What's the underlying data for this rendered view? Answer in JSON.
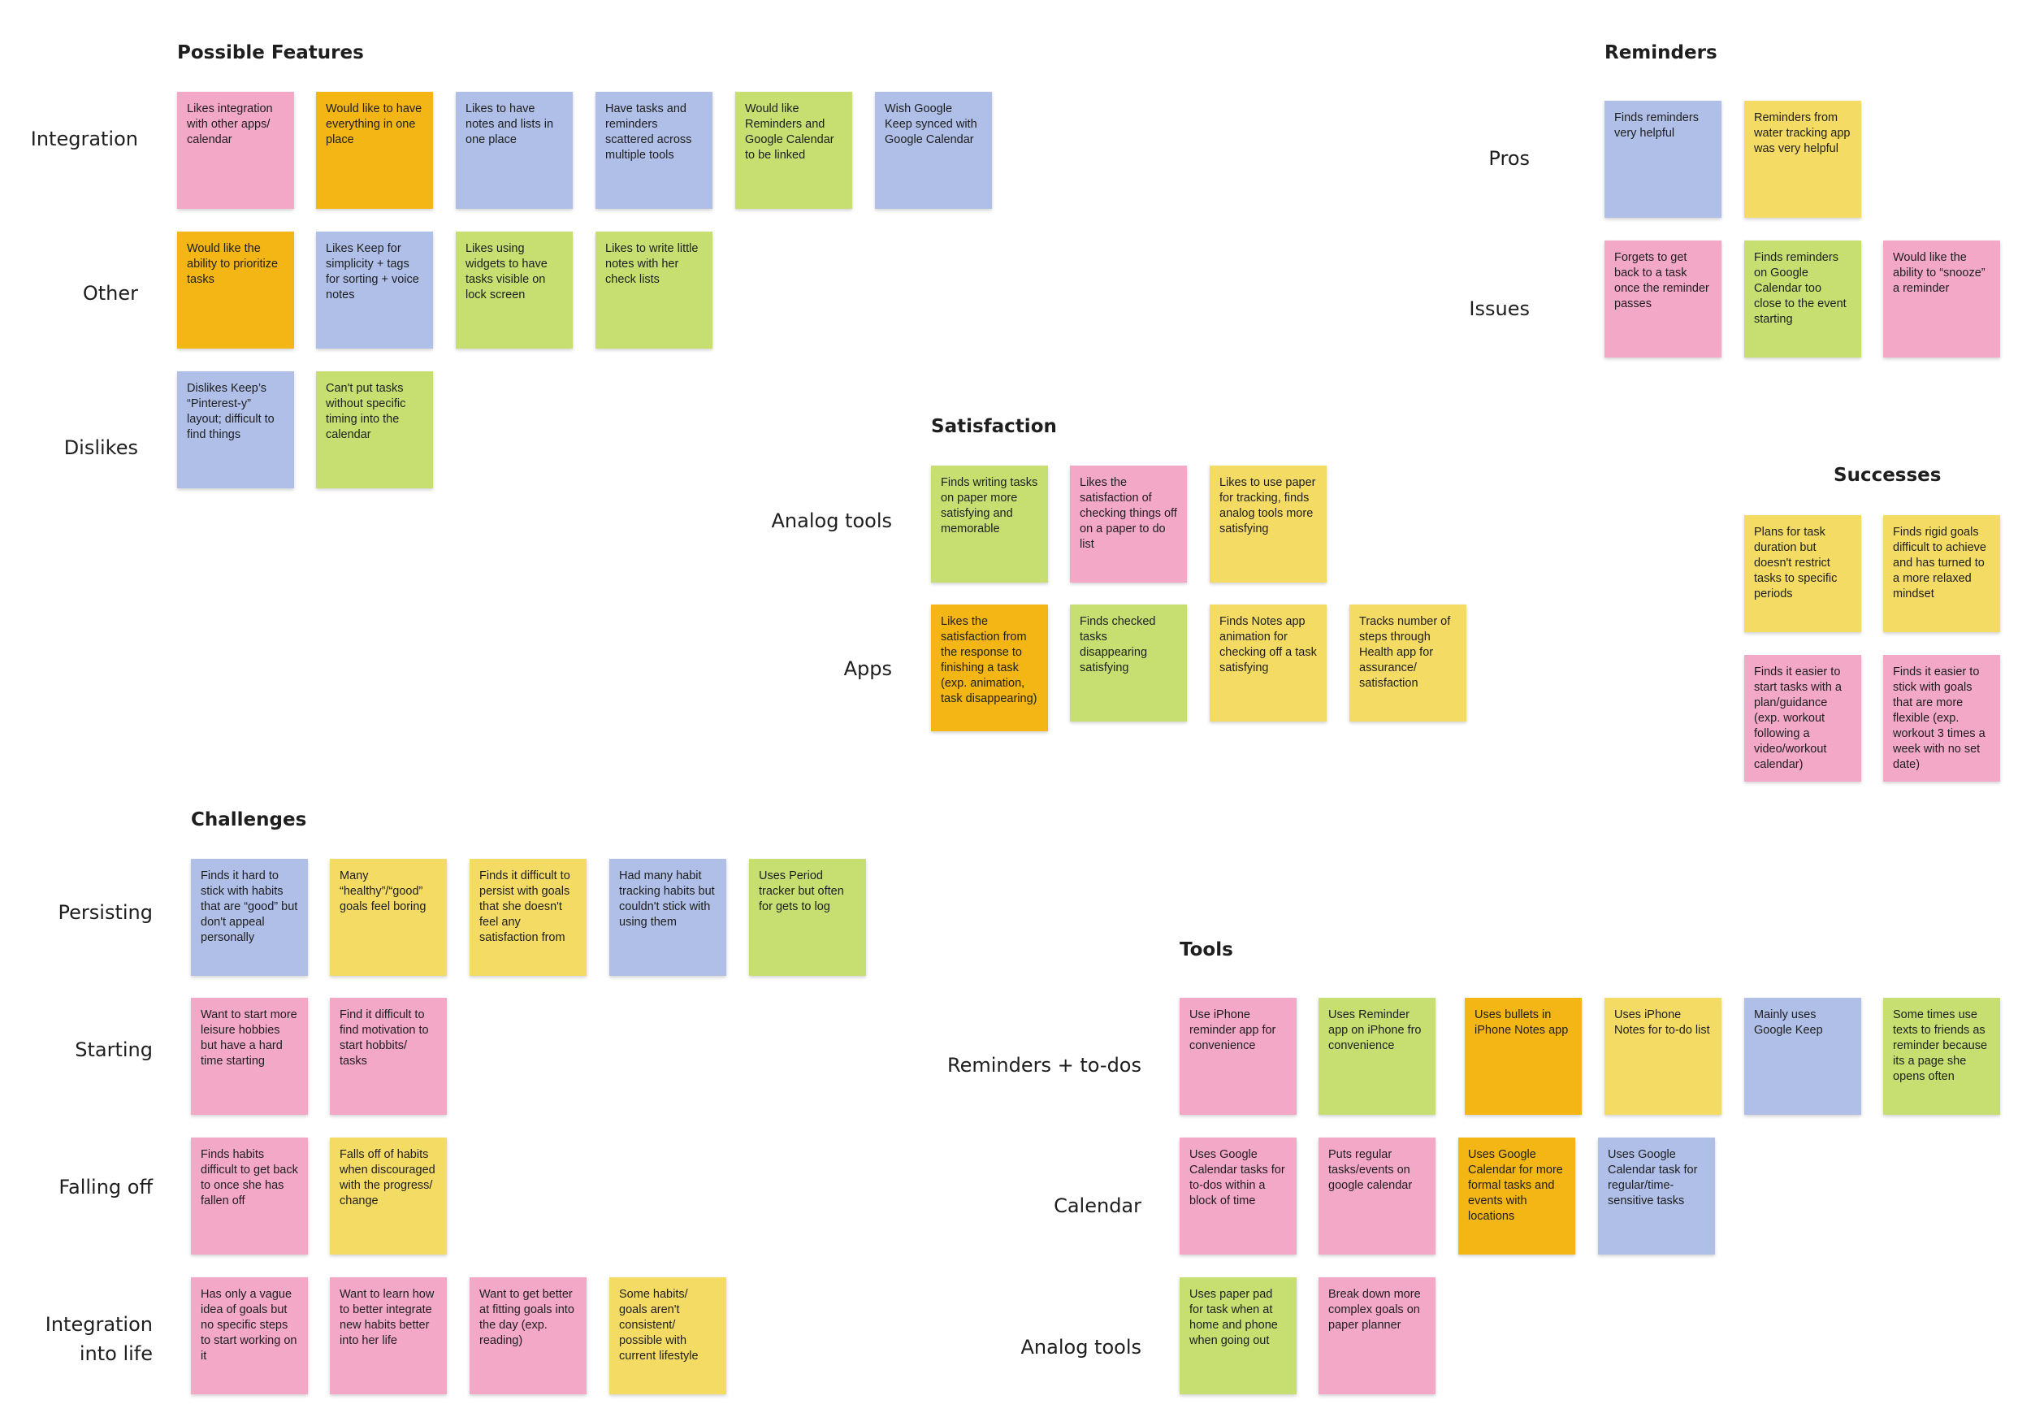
{
  "colors": {
    "pink": "#f4a8c8",
    "orange": "#f3b614",
    "blue": "#b0bfe8",
    "green": "#c7df70",
    "yellow": "#f4dc64"
  },
  "possible_features": {
    "title": "Possible Features",
    "rows": [
      {
        "label": "Integration",
        "notes": [
          {
            "text": "Likes integration with other apps/ calendar",
            "color": "pink"
          },
          {
            "text": "Would like to have everything in one place",
            "color": "orange"
          },
          {
            "text": "Likes to have notes and lists in one place",
            "color": "blue"
          },
          {
            "text": "Have tasks and reminders scattered across multiple tools",
            "color": "blue"
          },
          {
            "text": "Would like Reminders and Google Calendar to be linked",
            "color": "green"
          },
          {
            "text": "Wish Google Keep synced with Google Calendar",
            "color": "blue"
          }
        ]
      },
      {
        "label": "Other",
        "notes": [
          {
            "text": "Would like the ability to prioritize tasks",
            "color": "orange"
          },
          {
            "text": "Likes Keep for simplicity + tags for sorting + voice notes",
            "color": "blue"
          },
          {
            "text": "Likes using widgets to have tasks visible on lock screen",
            "color": "green"
          },
          {
            "text": "Likes to write little notes with her check lists",
            "color": "green"
          }
        ]
      },
      {
        "label": "Dislikes",
        "notes": [
          {
            "text": "Dislikes Keep’s “Pinterest-y” layout; difficult to find things",
            "color": "blue"
          },
          {
            "text": "Can't put tasks without specific timing into the calendar",
            "color": "green"
          }
        ]
      }
    ]
  },
  "reminders": {
    "title": "Reminders",
    "rows": [
      {
        "label": "Pros",
        "notes": [
          {
            "text": "Finds reminders very helpful",
            "color": "blue"
          },
          {
            "text": "Reminders from water tracking app was very helpful",
            "color": "yellow"
          }
        ]
      },
      {
        "label": "Issues",
        "notes": [
          {
            "text": "Forgets to get back to a task once the reminder passes",
            "color": "pink"
          },
          {
            "text": "Finds reminders on Google Calendar too close to the event starting",
            "color": "green"
          },
          {
            "text": "Would like the ability to “snooze” a reminder",
            "color": "pink"
          }
        ]
      }
    ]
  },
  "satisfaction": {
    "title": "Satisfaction",
    "rows": [
      {
        "label": "Analog tools",
        "notes": [
          {
            "text": "Finds writing tasks on paper more satisfying and memorable",
            "color": "green"
          },
          {
            "text": "Likes the satisfaction of checking things off on a paper to do list",
            "color": "pink"
          },
          {
            "text": "Likes to use paper for tracking, finds analog tools more satisfying",
            "color": "yellow"
          }
        ]
      },
      {
        "label": "Apps",
        "notes": [
          {
            "text": "Likes the satisfaction from the response to finishing a task (exp. animation, task disappearing)",
            "color": "orange"
          },
          {
            "text": "Finds checked tasks disappearing satisfying",
            "color": "green"
          },
          {
            "text": "Finds Notes app animation for checking off a task satisfying",
            "color": "yellow"
          },
          {
            "text": "Tracks number of steps through Health app for assurance/ satisfaction",
            "color": "yellow"
          }
        ]
      }
    ]
  },
  "successes": {
    "title": "Successes",
    "notes": [
      {
        "text": "Plans for task duration but doesn't restrict tasks to specific periods",
        "color": "yellow"
      },
      {
        "text": "Finds rigid goals difficult to achieve and has turned to a more relaxed mindset",
        "color": "yellow"
      },
      {
        "text": "Finds it easier to start tasks with a plan/guidance (exp. workout following a video/workout calendar)",
        "color": "pink"
      },
      {
        "text": "Finds it easier to stick with goals that are more flexible (exp. workout 3 times a week with no set date)",
        "color": "pink"
      }
    ]
  },
  "challenges": {
    "title": "Challenges",
    "rows": [
      {
        "label": "Persisting",
        "notes": [
          {
            "text": "Finds it hard to stick with habits that are “good” but don't appeal personally",
            "color": "blue"
          },
          {
            "text": "Many “healthy”/“good” goals feel boring",
            "color": "yellow"
          },
          {
            "text": "Finds it difficult to persist with goals that she doesn't feel any satisfaction from",
            "color": "yellow"
          },
          {
            "text": "Had many habit tracking habits but couldn't stick with using them",
            "color": "blue"
          },
          {
            "text": "Uses Period tracker but often for gets to log",
            "color": "green"
          }
        ]
      },
      {
        "label": "Starting",
        "notes": [
          {
            "text": "Want to start more leisure hobbies but have a hard time starting",
            "color": "pink"
          },
          {
            "text": "Find it difficult to find motivation to start hobbits/ tasks",
            "color": "pink"
          }
        ]
      },
      {
        "label": "Falling off",
        "notes": [
          {
            "text": "Finds habits difficult to get back to once she has fallen off",
            "color": "pink"
          },
          {
            "text": "Falls off of habits when discouraged with the progress/ change",
            "color": "yellow"
          }
        ]
      },
      {
        "label_line1": "Integration",
        "label_line2": "into life",
        "notes": [
          {
            "text": "Has only a vague idea of goals but no specific steps to start working on it",
            "color": "pink"
          },
          {
            "text": "Want to learn how to better integrate new habits better into her life",
            "color": "pink"
          },
          {
            "text": "Want to get better at fitting goals into the day (exp. reading)",
            "color": "pink"
          },
          {
            "text": "Some habits/ goals aren't consistent/ possible with current lifestyle",
            "color": "yellow"
          }
        ]
      }
    ]
  },
  "tools": {
    "title": "Tools",
    "rows": [
      {
        "label": "Reminders + to-dos",
        "notes": [
          {
            "text": "Use iPhone reminder app for convenience",
            "color": "pink"
          },
          {
            "text": "Uses Reminder app on iPhone fro convenience",
            "color": "green"
          },
          {
            "text": "Uses bullets in iPhone Notes app",
            "color": "orange"
          },
          {
            "text": "Uses iPhone Notes for to-do list",
            "color": "yellow"
          },
          {
            "text": "Mainly uses Google Keep",
            "color": "blue"
          },
          {
            "text": "Some times use texts to friends as reminder because its a page she opens often",
            "color": "green"
          }
        ]
      },
      {
        "label": "Calendar",
        "notes": [
          {
            "text": "Uses Google Calendar tasks for to-dos within a block of time",
            "color": "pink"
          },
          {
            "text": "Puts regular tasks/events on google calendar",
            "color": "pink"
          },
          {
            "text": "Uses Google Calendar for more formal tasks and events with locations",
            "color": "orange"
          },
          {
            "text": "Uses Google Calendar task for regular/time-sensitive tasks",
            "color": "blue"
          }
        ]
      },
      {
        "label": "Analog tools",
        "notes": [
          {
            "text": "Uses paper pad for task when at home and phone when going out",
            "color": "green"
          },
          {
            "text": "Break down more complex goals on paper planner",
            "color": "pink"
          }
        ]
      }
    ]
  }
}
